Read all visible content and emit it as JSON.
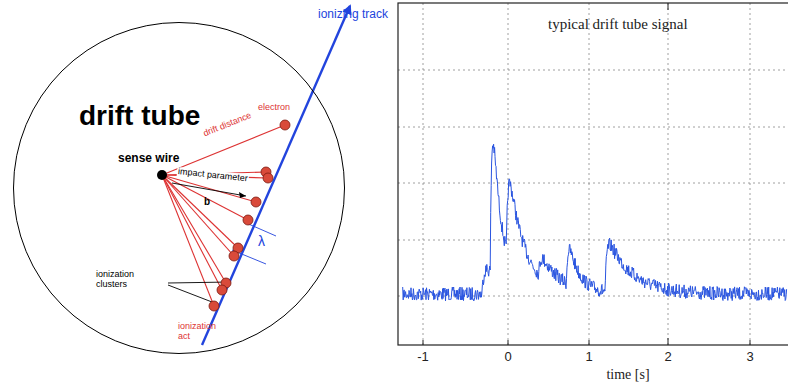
{
  "diagram": {
    "nodes": [
      {
        "text": [
          "drift tube"
        ]
      }
    ],
    "labels": [
      "ionizing track",
      "electron",
      "drift distance",
      "sense wire",
      "impact parameter",
      "b",
      "λ",
      "ionization clusters",
      "ionization act",
      "typical drift tube signal",
      "-1",
      "0",
      "1",
      "2",
      "3",
      "time [s]"
    ]
  }
}
